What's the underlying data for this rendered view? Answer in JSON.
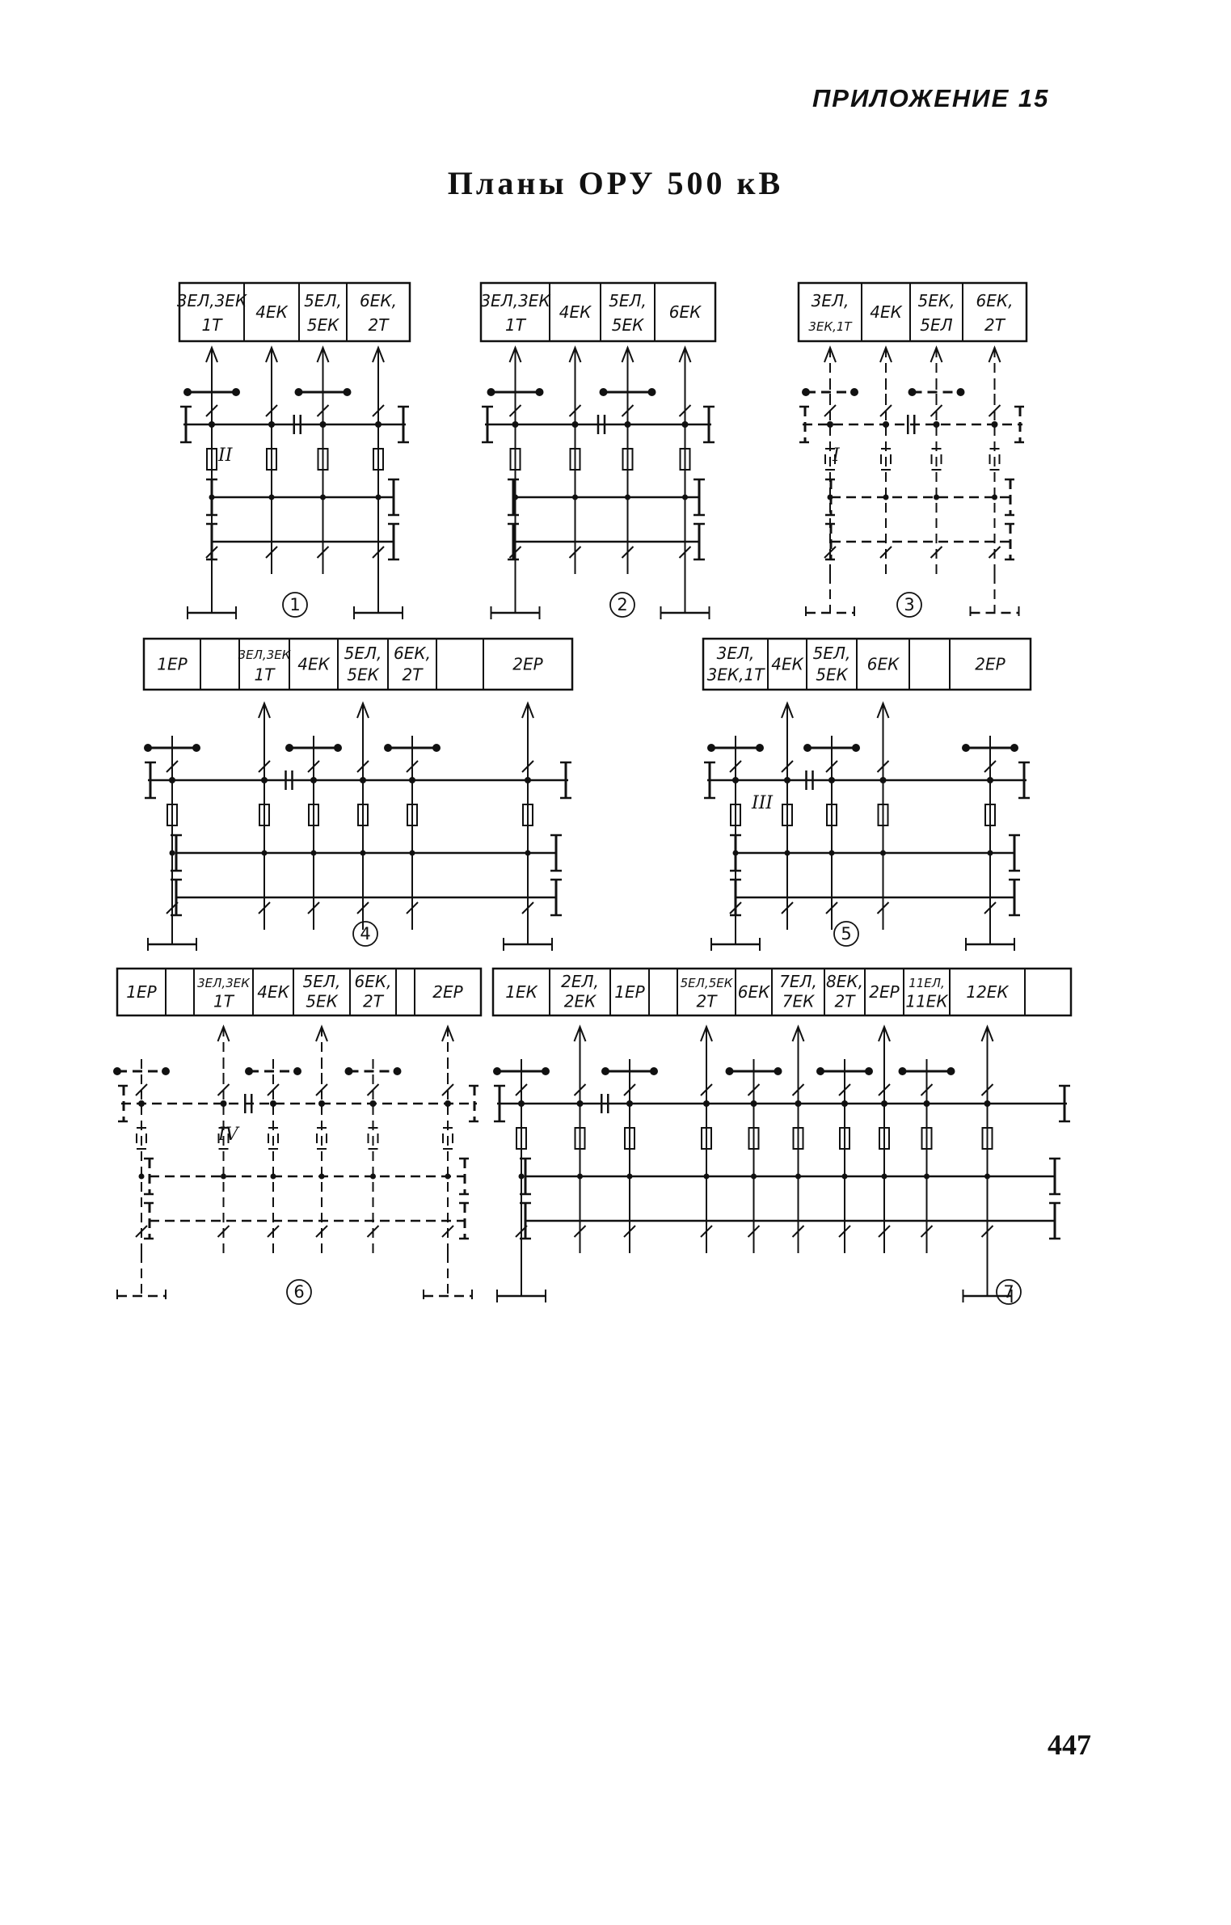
{
  "appendix": "ПРИЛОЖЕНИЕ 15",
  "title": "Планы ОРУ 500 кВ",
  "page_number": "447",
  "plans": [
    {
      "id": "1",
      "marker": "1",
      "cells": [
        [
          "3ЕЛ,3ЕК",
          "1Т"
        ],
        [
          "4ЕК"
        ],
        [
          "5ЕЛ,",
          "5ЕК"
        ],
        [
          "6ЕК,",
          "2Т"
        ]
      ],
      "roman": "II"
    },
    {
      "id": "2",
      "marker": "2",
      "cells": [
        [
          "3ЕЛ,3ЕК",
          "1Т"
        ],
        [
          "4ЕК"
        ],
        [
          "5ЕЛ,",
          "5ЕК"
        ],
        [
          "6ЕК"
        ]
      ]
    },
    {
      "id": "3",
      "marker": "3",
      "cells": [
        [
          "3ЕЛ,",
          "3ЕК,1Т"
        ],
        [
          "4ЕК"
        ],
        [
          "5ЕК,",
          "5ЕЛ"
        ],
        [
          "6ЕК,",
          "2Т"
        ]
      ],
      "roman": "I"
    },
    {
      "id": "4",
      "marker": "4",
      "cells": [
        [
          "1ЕР"
        ],
        [
          ""
        ],
        [
          "3ЕЛ,3ЕК",
          "1Т"
        ],
        [
          "4ЕК"
        ],
        [
          "5ЕЛ,",
          "5ЕК"
        ],
        [
          "6ЕК,",
          "2Т"
        ],
        [
          ""
        ],
        [
          "2ЕР"
        ]
      ]
    },
    {
      "id": "5",
      "marker": "5",
      "cells": [
        [
          "3ЕЛ,",
          "3ЕК,1Т"
        ],
        [
          "4ЕК"
        ],
        [
          "5ЕЛ,",
          "5ЕК"
        ],
        [
          "6ЕК"
        ],
        [
          ""
        ],
        [
          "2ЕР"
        ]
      ],
      "roman": "III"
    },
    {
      "id": "6",
      "marker": "6",
      "cells": [
        [
          "1ЕР"
        ],
        [
          ""
        ],
        [
          "3ЕЛ,3ЕК",
          "1Т"
        ],
        [
          "4ЕК"
        ],
        [
          "5ЕЛ,",
          "5ЕК"
        ],
        [
          "6ЕК,",
          "2Т"
        ],
        [
          ""
        ],
        [
          "2ЕР"
        ]
      ],
      "roman": "IV"
    },
    {
      "id": "7",
      "marker": "7",
      "cells": [
        [
          "1ЕК"
        ],
        [
          "2ЕЛ,",
          "2ЕК"
        ],
        [
          "1ЕР"
        ],
        [
          ""
        ],
        [
          "5ЕЛ,5ЕК",
          "2Т"
        ],
        [
          "6ЕК"
        ],
        [
          "7ЕЛ,",
          "7ЕК"
        ],
        [
          "8ЕК,",
          "2Т"
        ],
        [
          "2ЕР"
        ],
        [
          "11ЕЛ,",
          "11ЕК"
        ],
        [
          "12ЕК"
        ]
      ]
    }
  ]
}
